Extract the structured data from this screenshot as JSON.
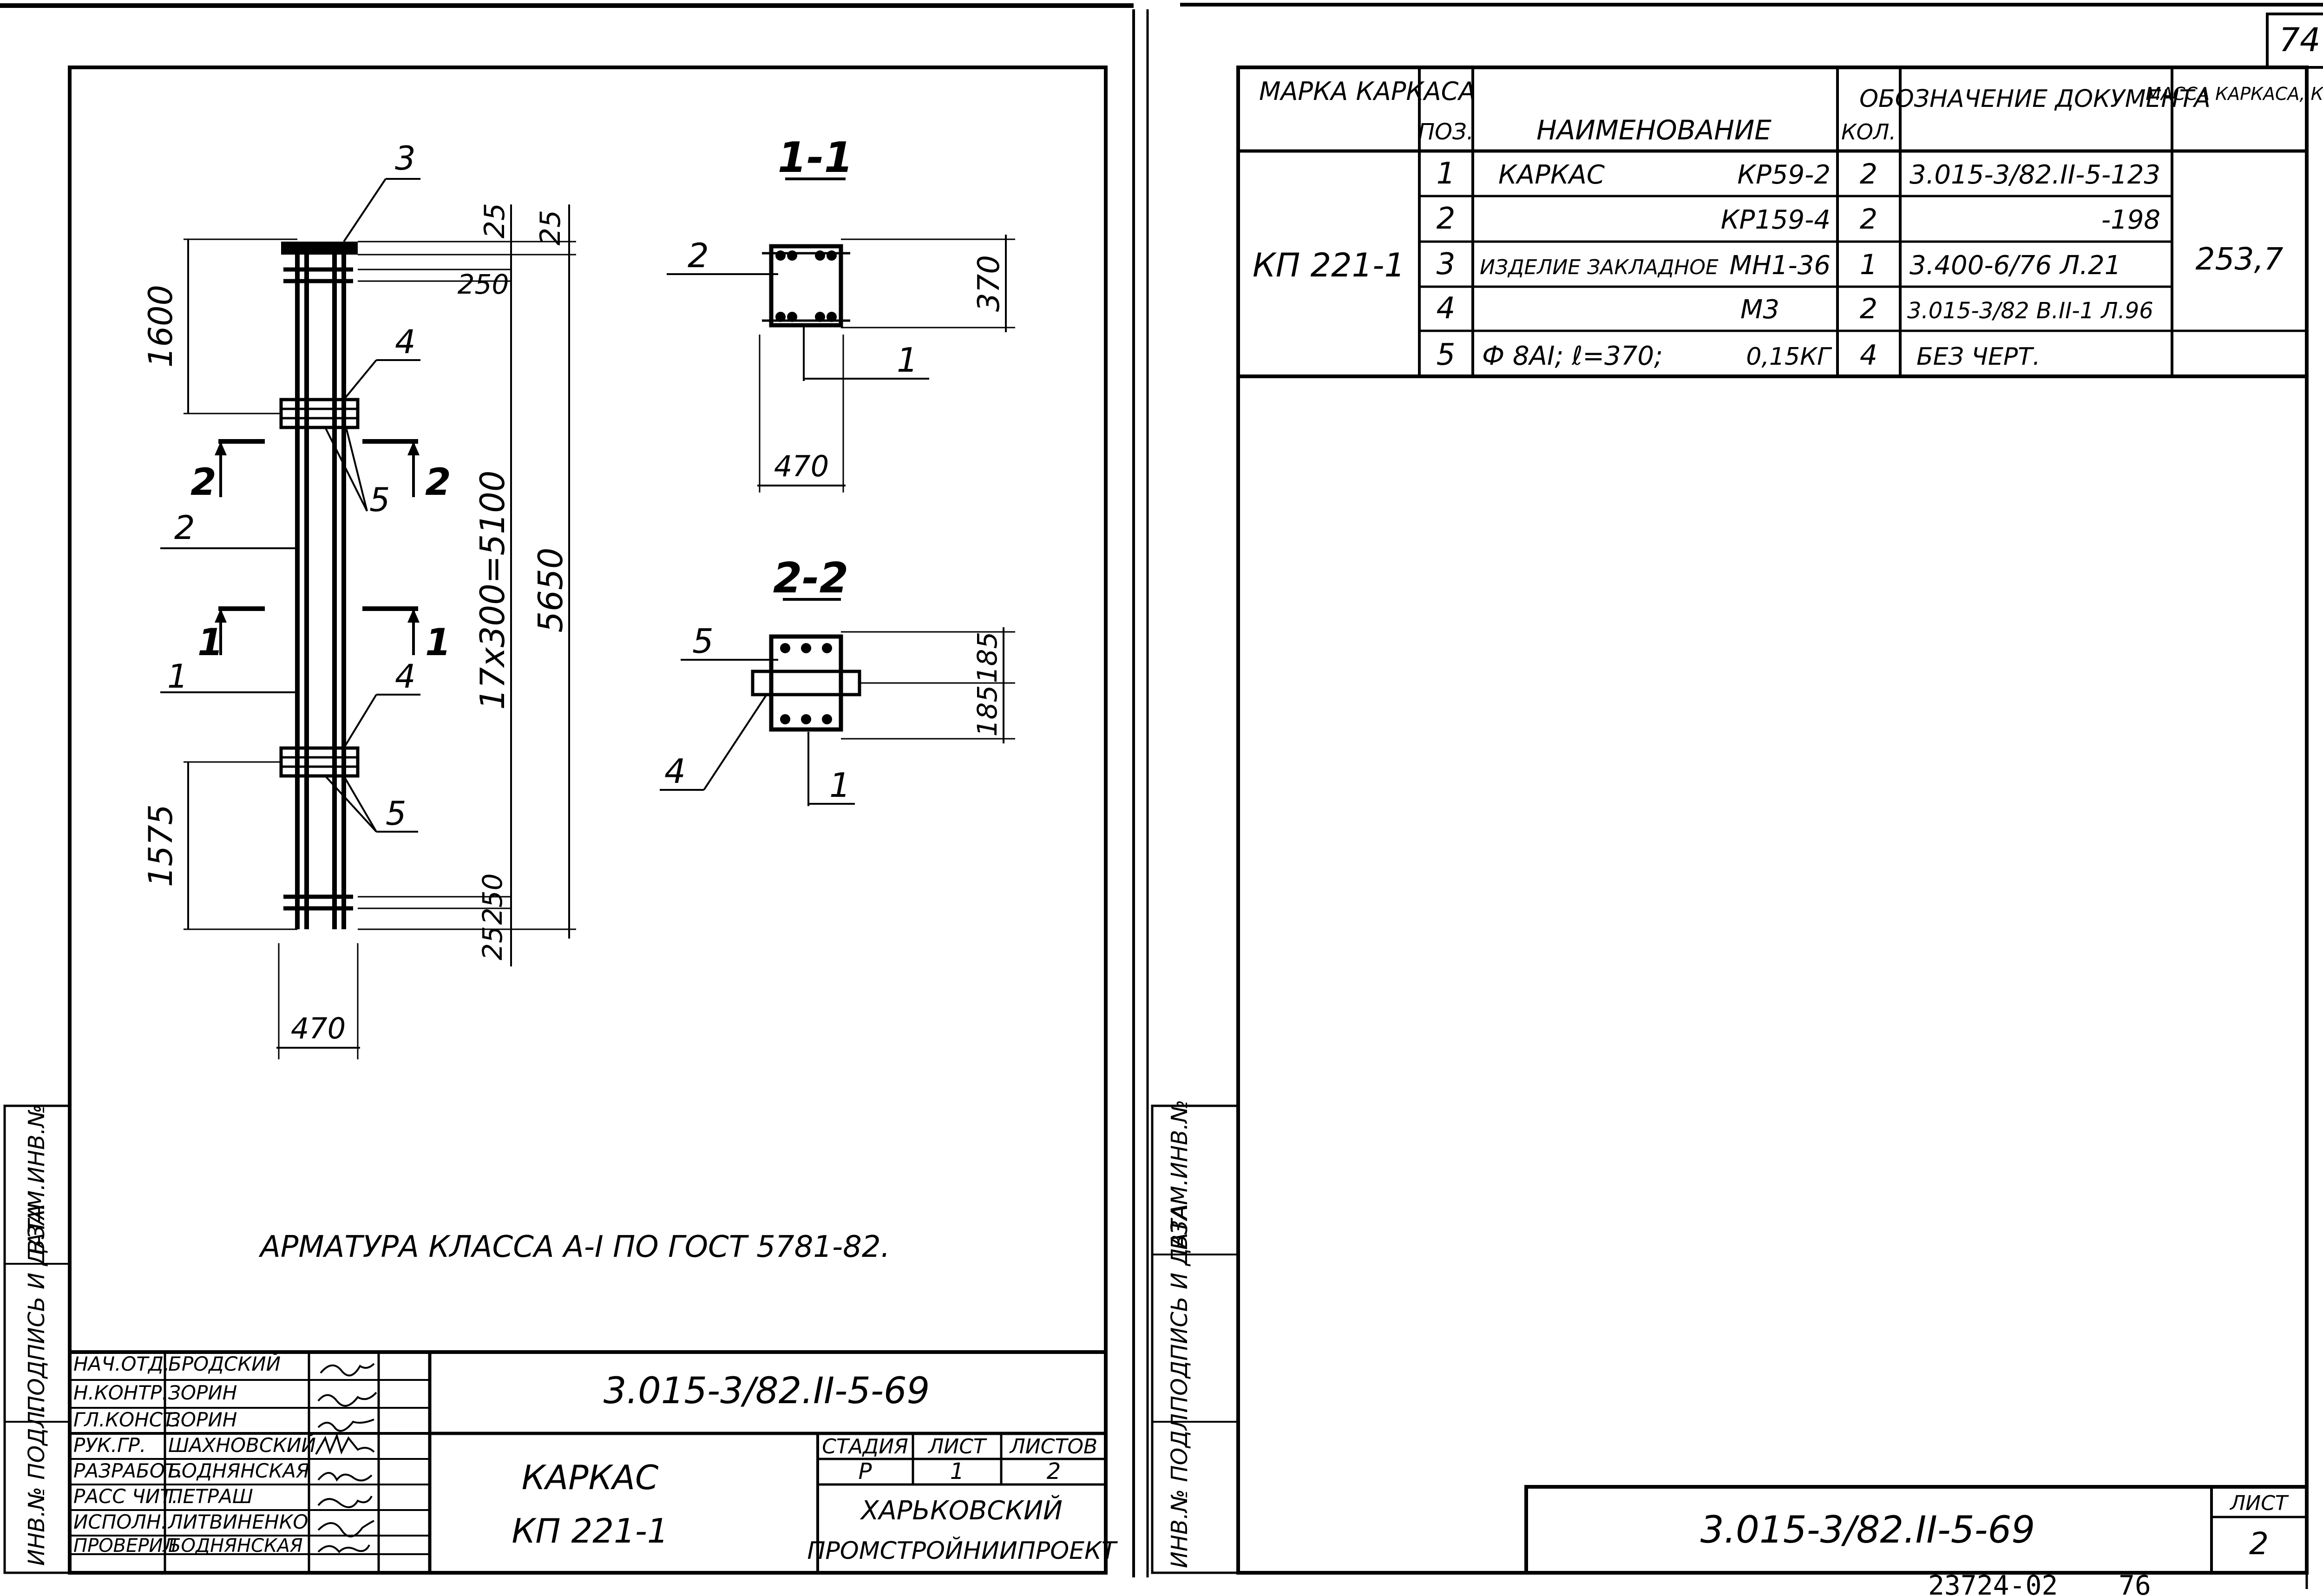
{
  "page_number": "74",
  "stamp_number": "23724-02",
  "stamp_page": "76",
  "left_sheet": {
    "labels": {
      "pos_top": "3",
      "pos_2": "2",
      "pos_1": "1",
      "pos_4a": "4",
      "pos_4b": "4",
      "pos_5a": "5",
      "pos_5b": "5",
      "cut2_left_num": "2",
      "cut2_right_num": "2",
      "cut1_left_num": "1",
      "cut1_right_num": "1"
    },
    "dims": {
      "d1600": "1600",
      "d1575": "1575",
      "d25a": "25",
      "d25b": "25",
      "d250a": "250",
      "d250b": "250",
      "d25c": "25",
      "d17x300": "17x300=5100",
      "d5650": "5650",
      "d470": "470"
    },
    "section_1": {
      "title": "1-1",
      "dim_370": "370",
      "dim_470": "470",
      "pos_2": "2",
      "pos_1": "1"
    },
    "section_2": {
      "title": "2-2",
      "dim_185a": "185",
      "dim_185b": "185",
      "pos_5": "5",
      "pos_4": "4",
      "pos_1": "1"
    },
    "note": "АРМАТУРА КЛАССА А-I ПО ГОСТ 5781-82.",
    "side_labels": [
      "ИНВ.№ ПОДЛ.",
      "ПОДПИСЬ И ДАТА",
      "ВЗАМ.ИНВ.№"
    ],
    "title_block": {
      "rows": [
        {
          "role": "НАЧ.ОТД.",
          "name": "БРОДСКИЙ"
        },
        {
          "role": "Н.КОНТР.",
          "name": "ЗОРИН"
        },
        {
          "role": "ГЛ.КОНСТ.",
          "name": "ЗОРИН"
        },
        {
          "role": "РУК.ГР.",
          "name": "ШАХНОВСКИЙ"
        },
        {
          "role": "РАЗРАБОТ.",
          "name": "БОДНЯНСКАЯ"
        },
        {
          "role": "РАСС ЧИТ.",
          "name": "ПЕТРАШ"
        },
        {
          "role": "ИСПОЛН.",
          "name": "ЛИТВИНЕНКО"
        },
        {
          "role": "ПРОВЕРИЛ",
          "name": "БОДНЯНСКАЯ"
        }
      ],
      "doc_number": "3.015-3/82.II-5-69",
      "name_line1": "КАРКАС",
      "name_line2": "КП 221-1",
      "stage_label": "СТАДИЯ",
      "sheet_label": "ЛИСТ",
      "sheets_label": "ЛИСТОВ",
      "stage": "Р",
      "sheet": "1",
      "sheets": "2",
      "org_line1": "ХАРЬКОВСКИЙ",
      "org_line2": "ПРОМСТРОЙНИИПРОЕКТ"
    }
  },
  "right_sheet": {
    "table": {
      "headers": {
        "mark": "МАРКА КАРКАСА",
        "pos": "ПОЗ.",
        "name": "НАИМЕНОВАНИЕ",
        "qty": "КОЛ.",
        "doc": "ОБОЗНАЧЕНИЕ ДОКУМЕНТА",
        "mass": "МАССА КАРКАСА, КГ"
      },
      "mark": "КП 221-1",
      "mass": "253,7",
      "rows": [
        {
          "pos": "1",
          "name": "КАРКАС",
          "item": "КР59-2",
          "qty": "2",
          "doc": "3.015-3/82.II-5-123"
        },
        {
          "pos": "2",
          "name": "",
          "item": "КР159-4",
          "qty": "2",
          "doc": "-198"
        },
        {
          "pos": "3",
          "name": "ИЗДЕЛИЕ ЗАКЛАДНОЕ",
          "item": "МН1-36",
          "qty": "1",
          "doc": "3.400-6/76 Л.21"
        },
        {
          "pos": "4",
          "name": "",
          "item": "М3",
          "qty": "2",
          "doc": "3.015-3/82 В.II-1 Л.96"
        },
        {
          "pos": "5",
          "name": "Ф 8АI; ℓ=370;",
          "item": "0,15КГ",
          "qty": "4",
          "doc": "БЕЗ ЧЕРТ."
        }
      ]
    },
    "side_labels": [
      "ИНВ.№ ПОДЛ.",
      "ПОДПИСЬ И ДАТА",
      "ВЗАМ.ИНВ.№"
    ],
    "footer": {
      "doc_number": "3.015-3/82.II-5-69",
      "sheet_label": "ЛИСТ",
      "sheet": "2"
    }
  }
}
